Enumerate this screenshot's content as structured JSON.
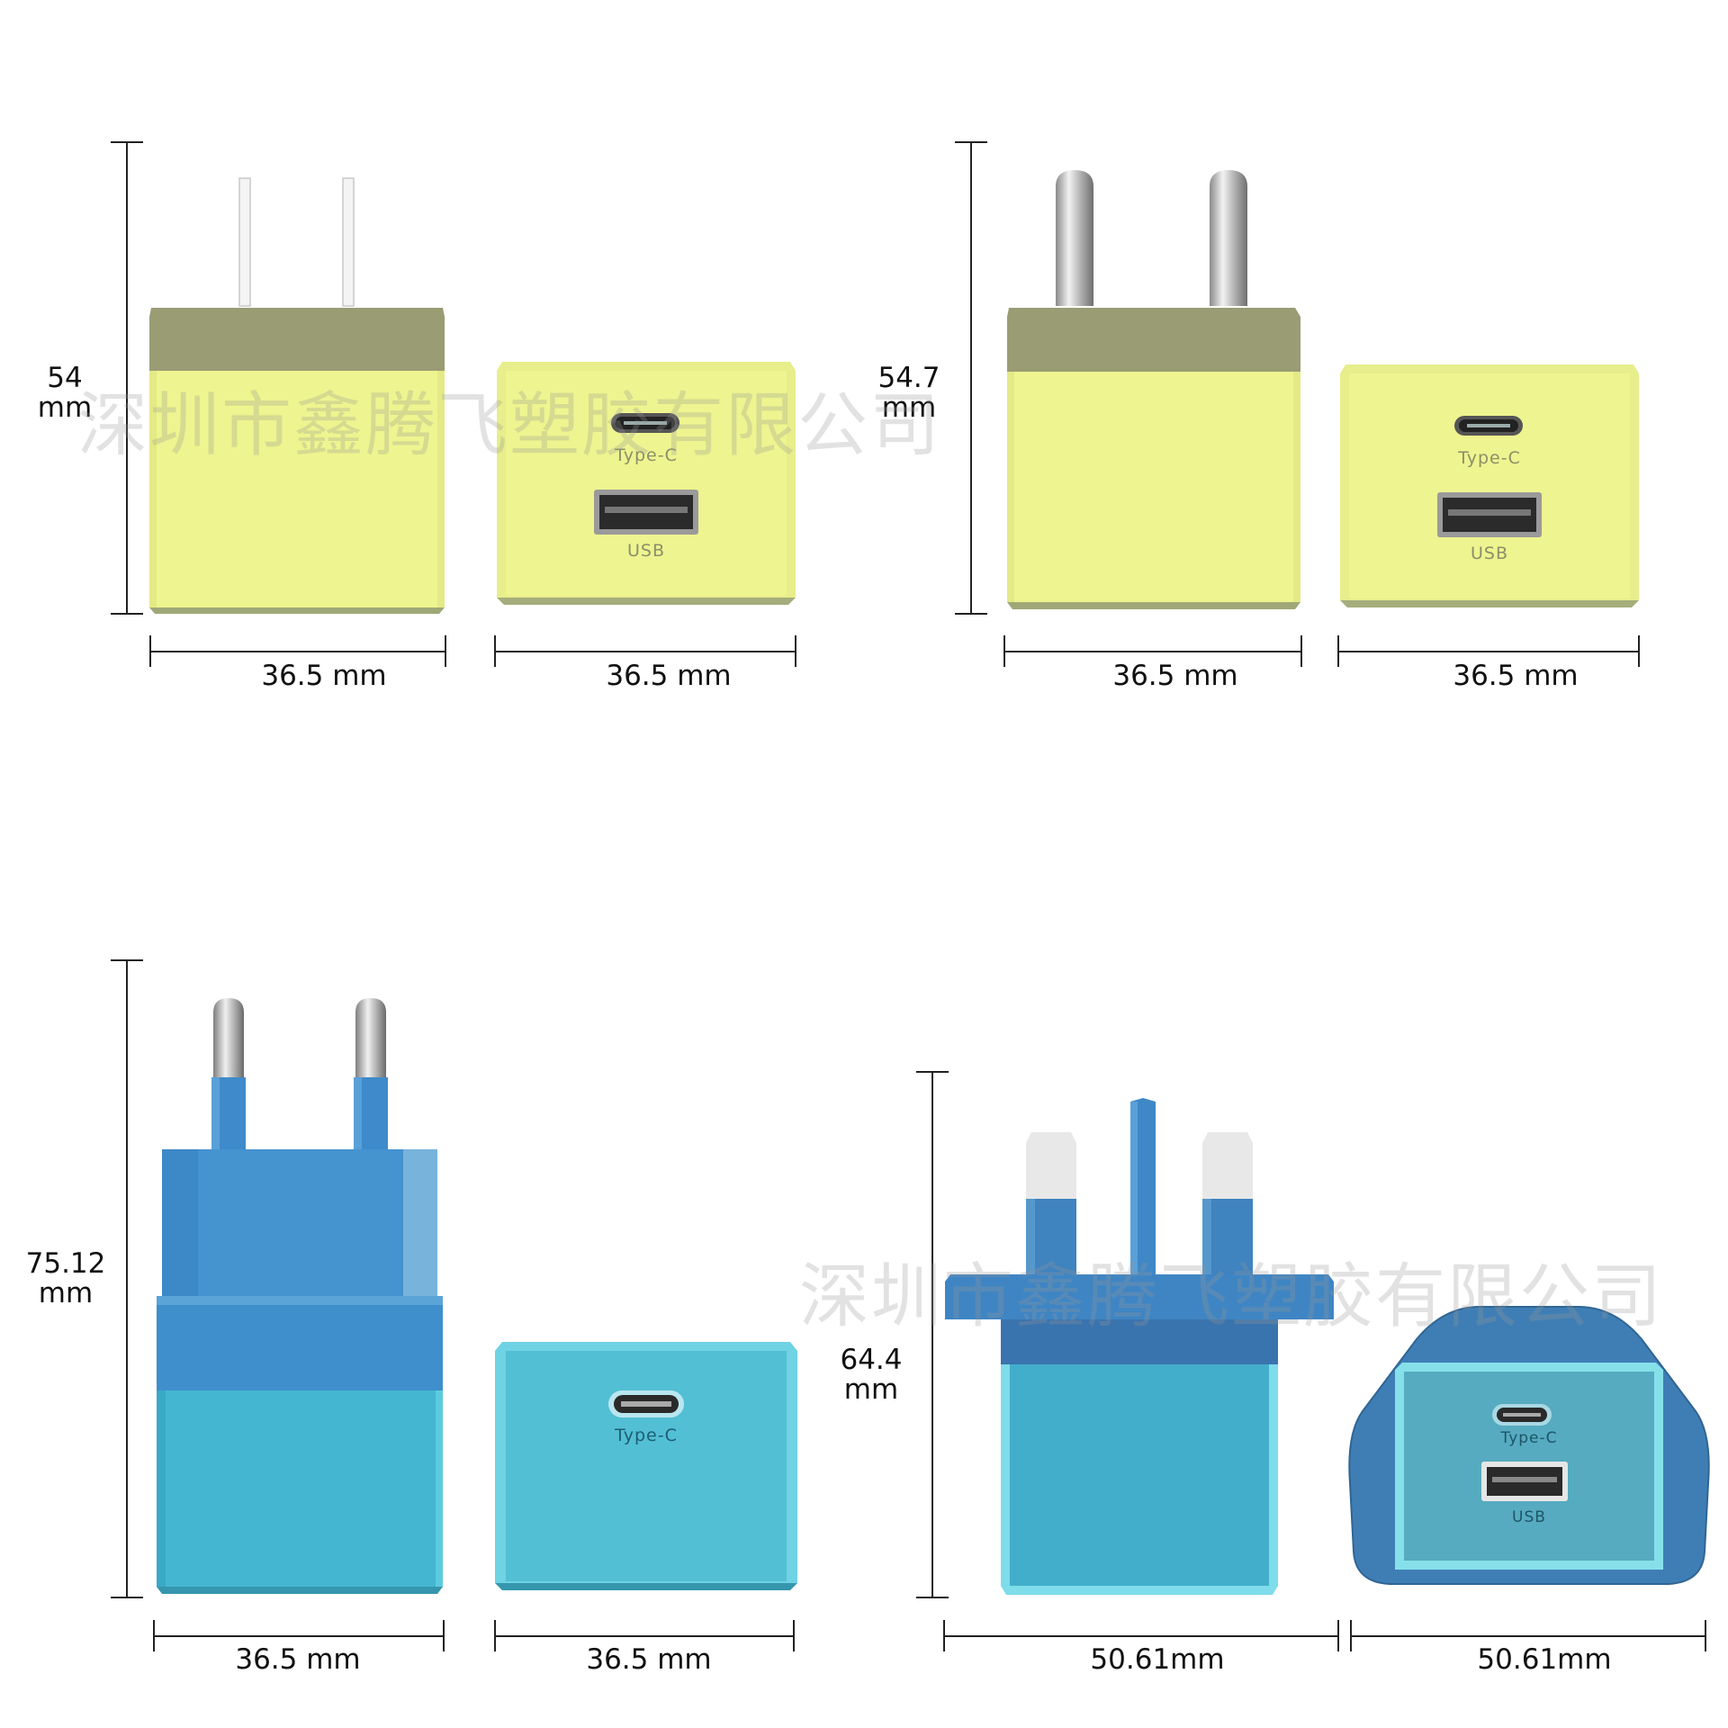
{
  "panels": [
    {
      "id": "us",
      "height_label": [
        "54",
        "mm"
      ],
      "width_left": "36.5 mm",
      "width_right": "36.5 mm",
      "port_labels": [
        "Type-C",
        "USB"
      ],
      "plug": "us-flat-pins-icon",
      "colors": {
        "body": "#eef48f",
        "cap": "#9a9c74",
        "bottom": "#9ea877"
      }
    },
    {
      "id": "in",
      "height_label": [
        "54.7",
        "mm"
      ],
      "width_left": "36.5 mm",
      "width_right": "36.5 mm",
      "port_labels": [
        "Type-C",
        "USB"
      ],
      "plug": "round-pins-icon",
      "colors": {
        "body": "#eef48f",
        "cap": "#9a9c74",
        "bottom": "#9ea877"
      }
    },
    {
      "id": "eu",
      "height_label": [
        "75.12",
        "mm"
      ],
      "width_left": "36.5 mm",
      "width_right": "36.5 mm",
      "port_labels": [
        "Type-C"
      ],
      "plug": "eu-pins-icon",
      "colors": {
        "body": "#45b6d1",
        "cap": "#3f8fcc",
        "bottom": "#3596ad"
      }
    },
    {
      "id": "uk",
      "height_label": [
        "64.4",
        "mm"
      ],
      "width_left": "50.61mm",
      "width_right": "50.61mm",
      "port_labels": [
        "Type-C",
        "USB"
      ],
      "plug": "uk-three-pins-icon",
      "colors": {
        "body": "#42aecb",
        "cap": "#3b7fb8",
        "bottom": "#3a6e9c"
      }
    }
  ],
  "watermark": "深圳市鑫腾飞塑胶有限公司"
}
